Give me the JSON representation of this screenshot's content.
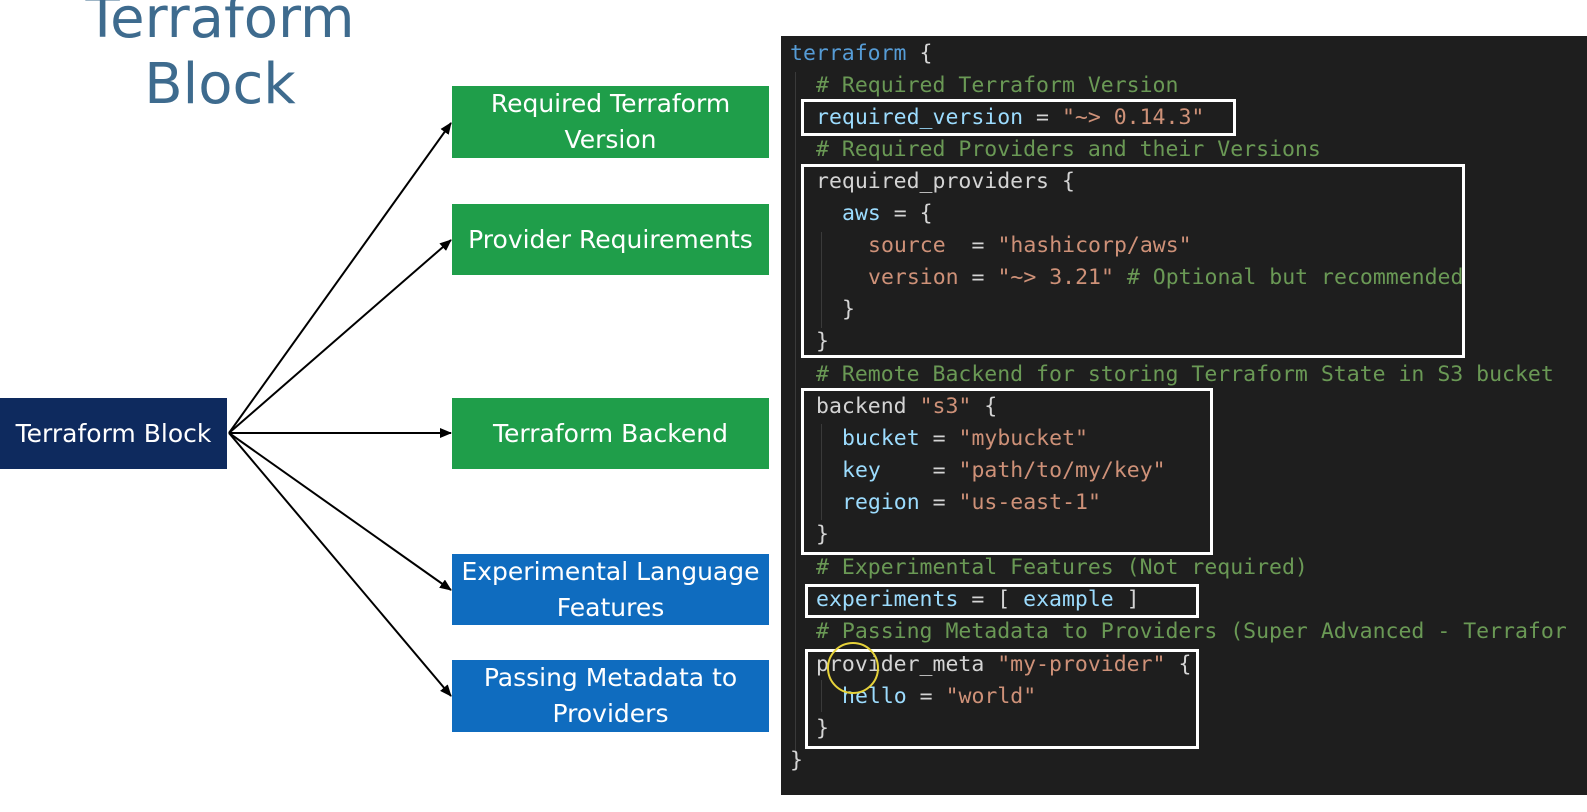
{
  "title": "Terraform\nBlock",
  "diagram": {
    "root": "Terraform Block",
    "nodes": [
      {
        "label": "Required Terraform Version",
        "color": "#1f9e4a"
      },
      {
        "label": "Provider Requirements",
        "color": "#1f9e4a"
      },
      {
        "label": "Terraform Backend",
        "color": "#1f9e4a"
      },
      {
        "label": "Experimental Language Features",
        "color": "#0f6cbf"
      },
      {
        "label": "Passing Metadata to Providers",
        "color": "#0f6cbf"
      }
    ]
  },
  "code": {
    "l1": [
      "terraform",
      " {"
    ],
    "l2": "# Required Terraform Version",
    "l3": [
      "required_version",
      " = ",
      "\"~> 0.14.3\""
    ],
    "l4": "# Required Providers and their Versions",
    "l5": "required_providers {",
    "l6": [
      "aws",
      " = {"
    ],
    "l7": [
      "source",
      "  = ",
      "\"hashicorp/aws\""
    ],
    "l8": [
      "version",
      " = ",
      "\"~> 3.21\"",
      " # Optional but recommended"
    ],
    "l9": "}",
    "l10": "}",
    "l11": "# Remote Backend for storing Terraform State in S3 bucket",
    "l12": [
      "backend ",
      "\"s3\"",
      " {"
    ],
    "l13": [
      "bucket",
      " = ",
      "\"mybucket\""
    ],
    "l14": [
      "key",
      "    = ",
      "\"path/to/my/key\""
    ],
    "l15": [
      "region",
      " = ",
      "\"us-east-1\""
    ],
    "l16": "}",
    "l17": "# Experimental Features (Not required)",
    "l18": [
      "experiments",
      " = [ ",
      "example",
      " ]"
    ],
    "l19": "# Passing Metadata to Providers (Super Advanced - Terrafor",
    "l20": [
      "provider_meta ",
      "\"my-provider\"",
      " {"
    ],
    "l21": [
      "hello",
      " = ",
      "\"world\""
    ],
    "l22": "}",
    "l23": "}"
  }
}
